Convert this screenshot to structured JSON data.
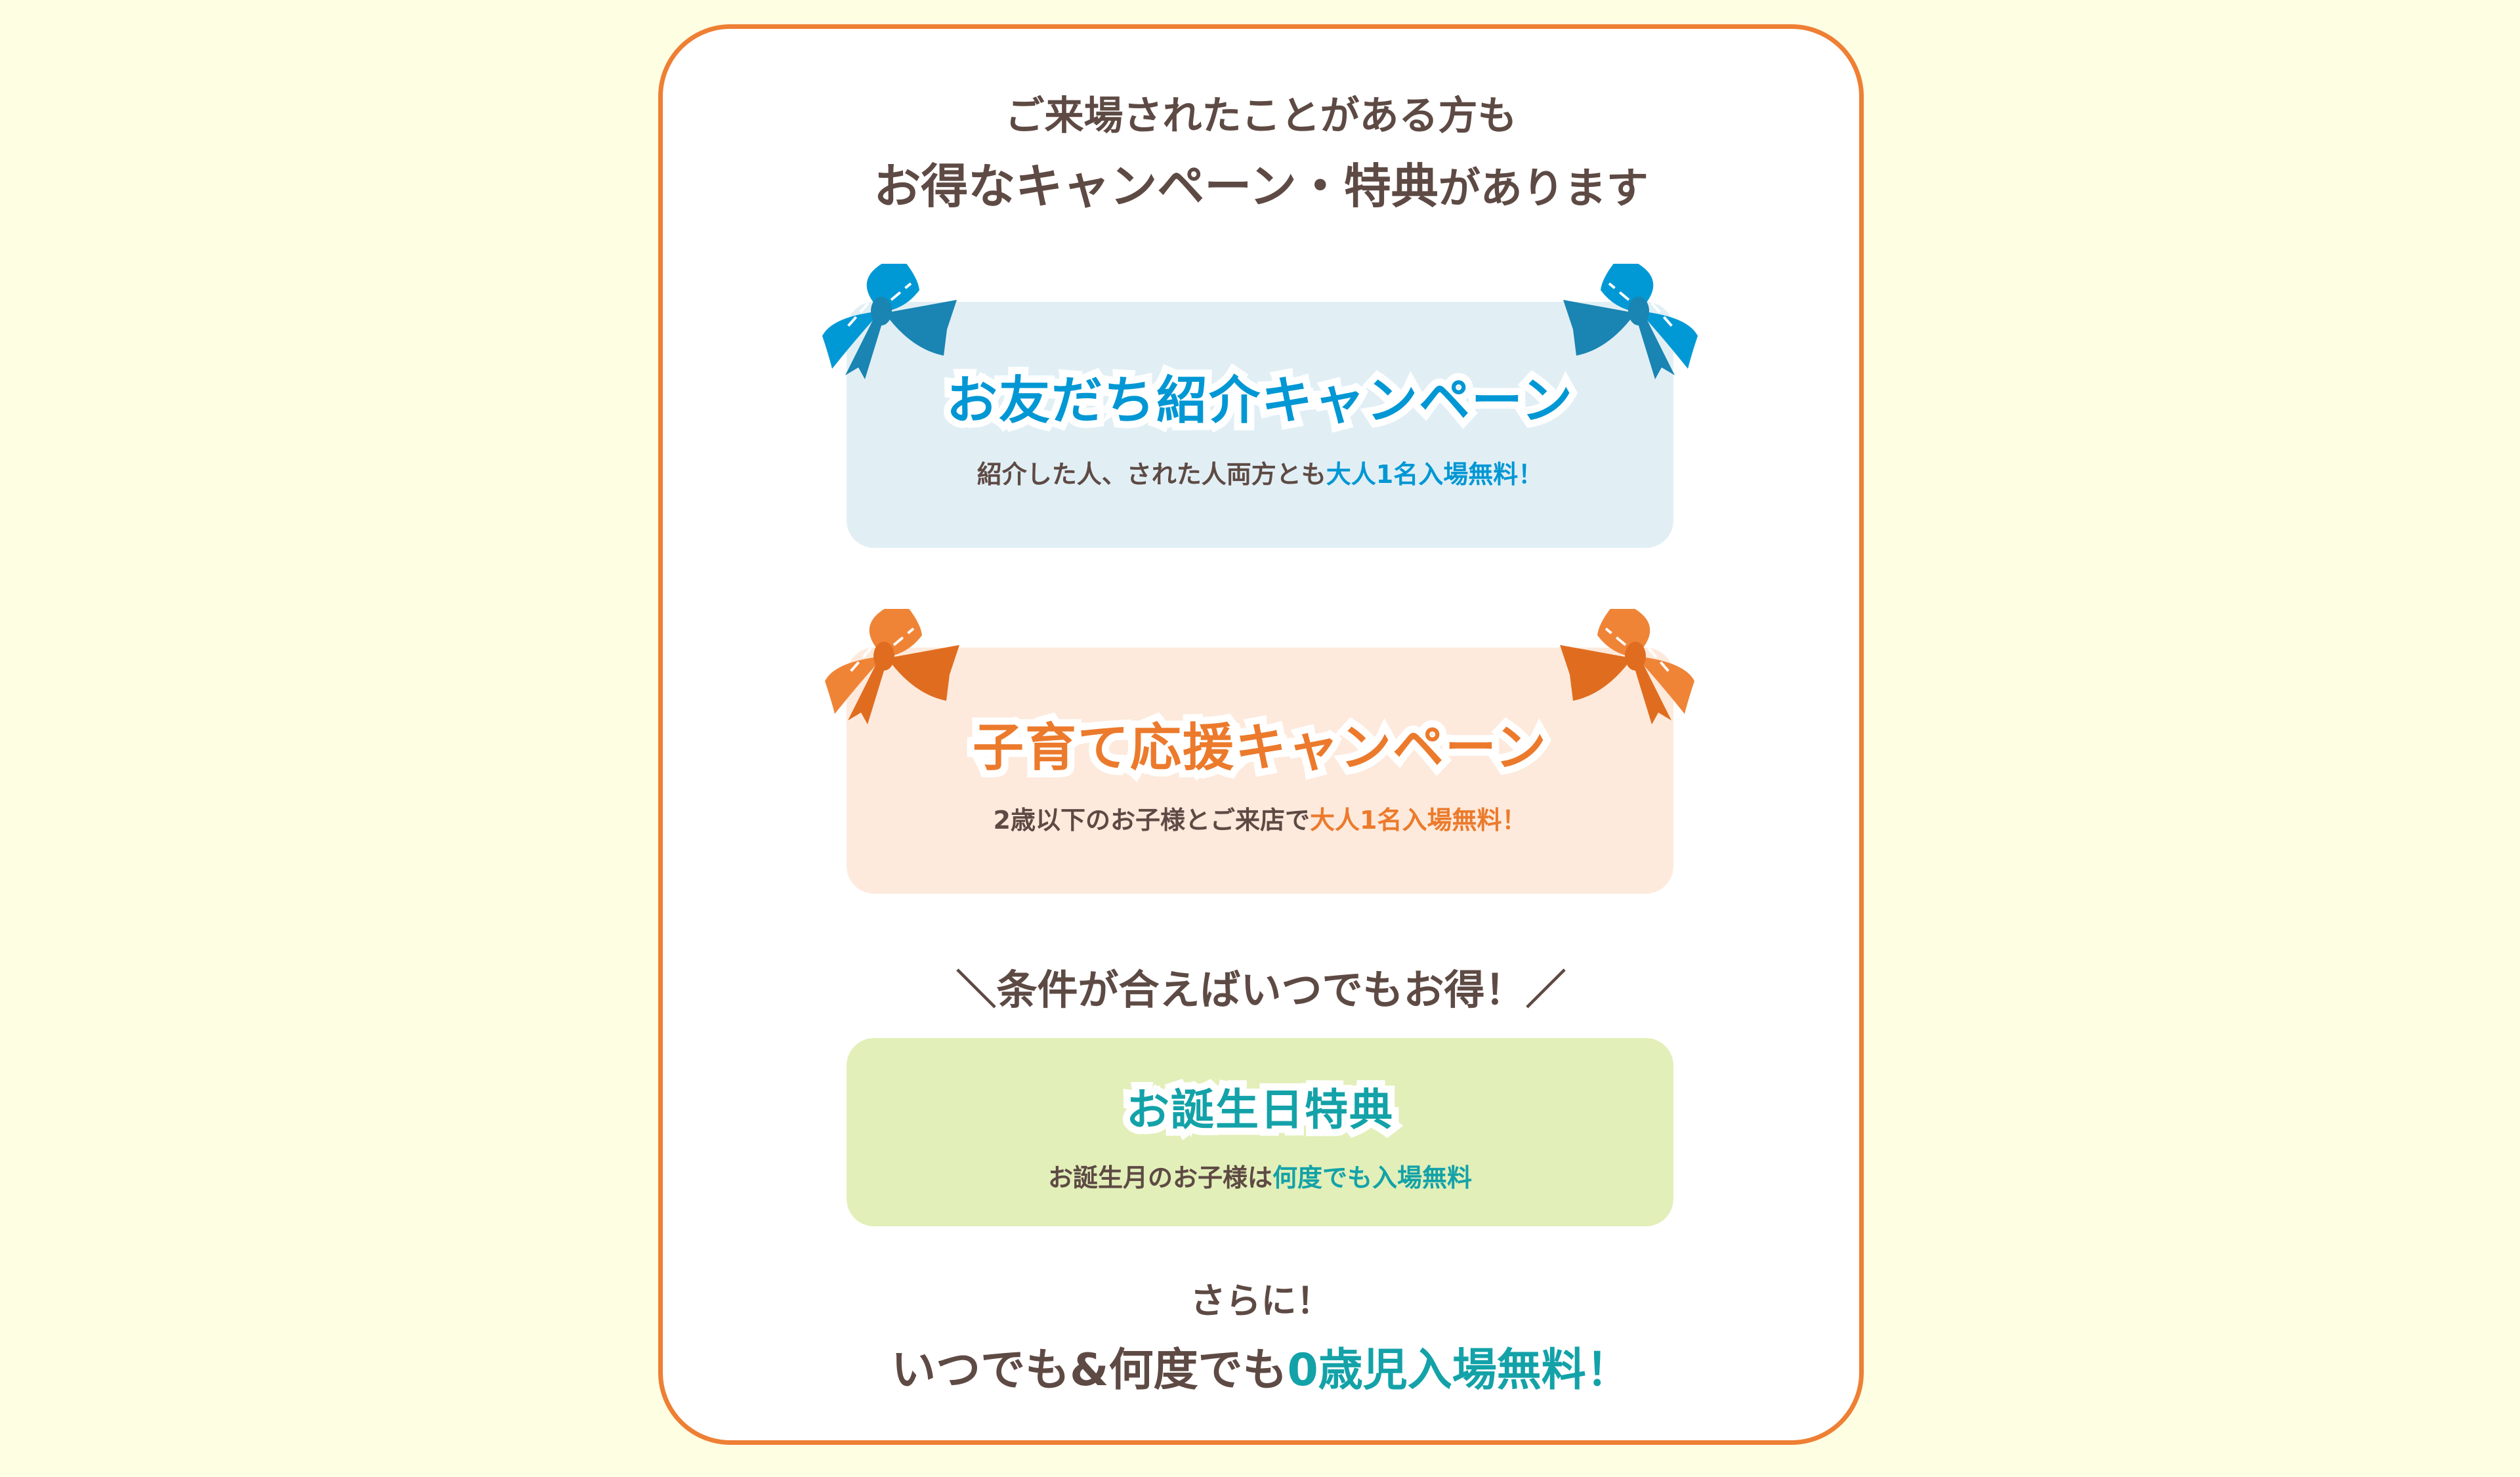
{
  "heading": {
    "line1": "ご来場されたことがある方も",
    "line2_main": "お得なキャンペーン・特典",
    "line2_tail": "があります"
  },
  "campaigns": [
    {
      "title": "お友だち紹介キャンペーン",
      "desc_plain": "紹介した人、された人両方とも",
      "desc_highlight": "大人1名入場無料！",
      "color": "#0097d4"
    },
    {
      "title": "子育て応援キャンペーン",
      "desc_plain": "2歳以下のお子様とご来店で",
      "desc_highlight": "大人1名入場無料！",
      "color": "#ec7a2c"
    }
  ],
  "tagline": "＼条件が合えばいつでもお得！／",
  "birthday": {
    "title": "お誕生日特典",
    "desc_plain": "お誕生月のお子様は",
    "desc_highlight": "何度でも入場無料"
  },
  "footer": {
    "line1": "さらに！",
    "line2_plain": "いつでも&何度でも",
    "line2_highlight": "0歳児入場無料！"
  },
  "colors": {
    "accent_border": "#ee7f34",
    "text": "#5e4a44",
    "blue": "#0097d4",
    "orange": "#ec7a2c",
    "teal": "#13a2a8"
  }
}
